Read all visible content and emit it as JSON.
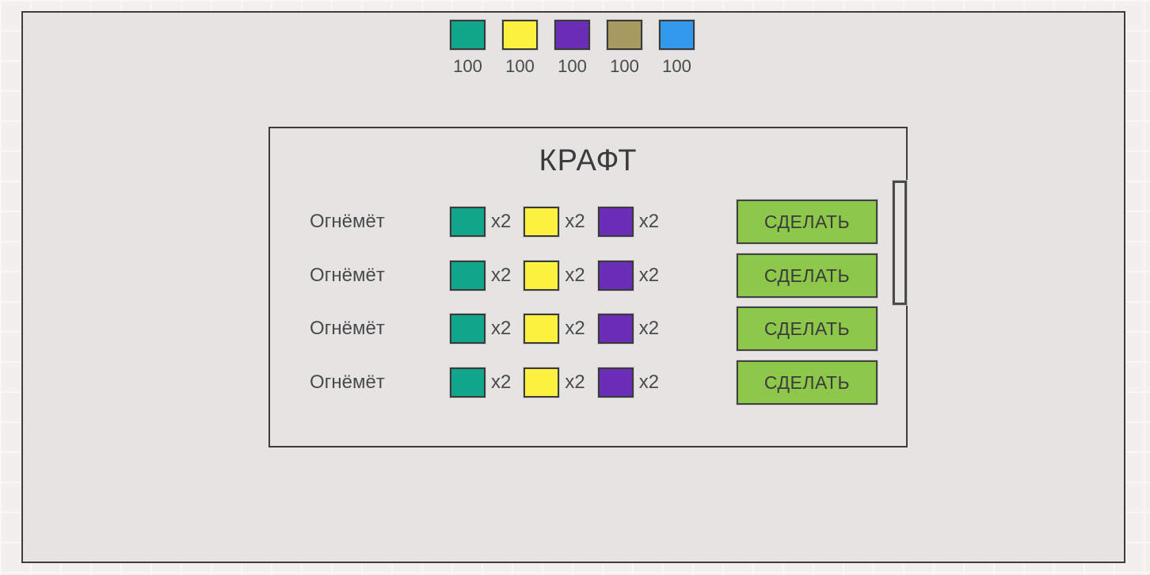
{
  "colors": {
    "teal": "#12A78C",
    "yellow": "#FBF13E",
    "purple": "#6A2DB5",
    "khaki": "#A79B62",
    "blue": "#3399EC",
    "button_green": "#8DC84B",
    "panel_bg": "#E5E4E3",
    "border_dark": "#3D3D3D"
  },
  "inventory": {
    "items": [
      {
        "icon": "teal-resource-square",
        "color": "#12A78C",
        "count": "100"
      },
      {
        "icon": "yellow-resource-square",
        "color": "#FBF13E",
        "count": "100"
      },
      {
        "icon": "purple-resource-square",
        "color": "#6A2DB5",
        "count": "100"
      },
      {
        "icon": "khaki-resource-square",
        "color": "#A79B62",
        "count": "100"
      },
      {
        "icon": "blue-resource-square",
        "color": "#3399EC",
        "count": "100"
      }
    ]
  },
  "craft_panel": {
    "title": "КРАФТ",
    "rows": [
      {
        "name": "Огнёмёт",
        "ingredients": [
          {
            "icon": "teal-resource-square",
            "color": "#12A78C",
            "qty": "x2"
          },
          {
            "icon": "yellow-resource-square",
            "color": "#FBF13E",
            "qty": "x2"
          },
          {
            "icon": "purple-resource-square",
            "color": "#6A2DB5",
            "qty": "x2"
          }
        ],
        "button_label": "СДЕЛАТЬ"
      },
      {
        "name": "Огнёмёт",
        "ingredients": [
          {
            "icon": "teal-resource-square",
            "color": "#12A78C",
            "qty": "x2"
          },
          {
            "icon": "yellow-resource-square",
            "color": "#FBF13E",
            "qty": "x2"
          },
          {
            "icon": "purple-resource-square",
            "color": "#6A2DB5",
            "qty": "x2"
          }
        ],
        "button_label": "СДЕЛАТЬ"
      },
      {
        "name": "Огнёмёт",
        "ingredients": [
          {
            "icon": "teal-resource-square",
            "color": "#12A78C",
            "qty": "x2"
          },
          {
            "icon": "yellow-resource-square",
            "color": "#FBF13E",
            "qty": "x2"
          },
          {
            "icon": "purple-resource-square",
            "color": "#6A2DB5",
            "qty": "x2"
          }
        ],
        "button_label": "СДЕЛАТЬ"
      },
      {
        "name": "Огнёмёт",
        "ingredients": [
          {
            "icon": "teal-resource-square",
            "color": "#12A78C",
            "qty": "x2"
          },
          {
            "icon": "yellow-resource-square",
            "color": "#FBF13E",
            "qty": "x2"
          },
          {
            "icon": "purple-resource-square",
            "color": "#6A2DB5",
            "qty": "x2"
          }
        ],
        "button_label": "СДЕЛАТЬ"
      }
    ]
  }
}
